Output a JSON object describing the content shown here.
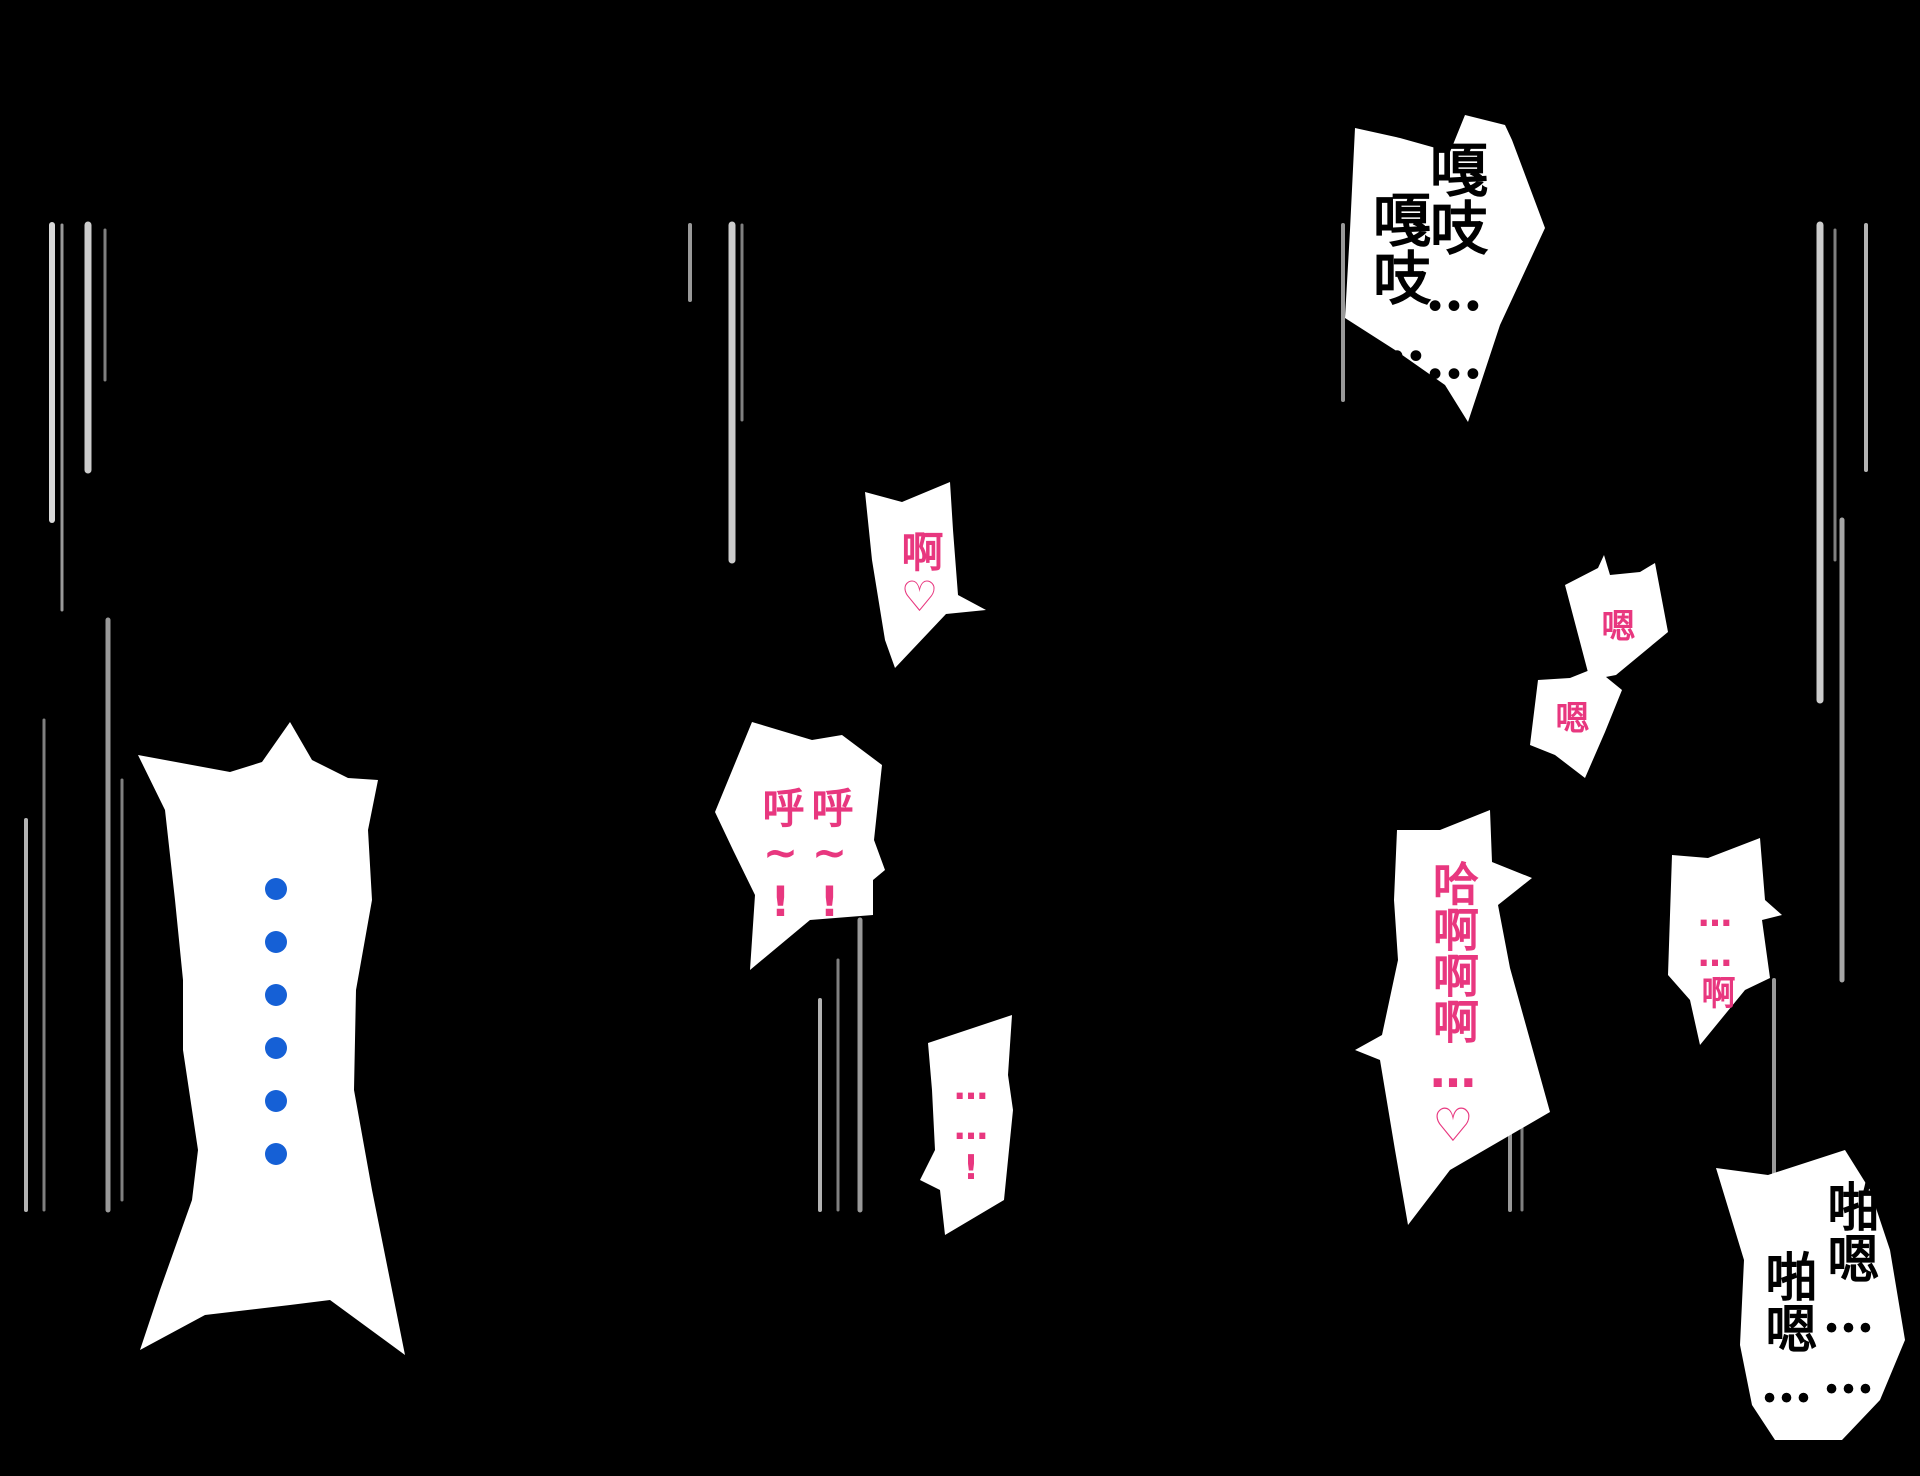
{
  "colors": {
    "background": "#000000",
    "bubble": "#ffffff",
    "moan_text": "#e8377f",
    "dot": "#1560d6",
    "sfx_text": "#000000"
  },
  "panel_1": {
    "ellipsis_dot_count": 6
  },
  "panel_2": {
    "bubble_a": "啊♡",
    "bubble_b_col1": "呼~!",
    "bubble_b_col2": "呼~!",
    "bubble_c": "……!"
  },
  "panel_3": {
    "sfx_col1": "嘎吱……",
    "sfx_col2": "嘎吱……",
    "bubble_d": "嗯",
    "bubble_e": "嗯",
    "bubble_f": "哈啊啊啊…♡",
    "bubble_g": "……啊",
    "sfx2_col1": "啪嗯……",
    "sfx2_col2": "啪嗯……"
  }
}
